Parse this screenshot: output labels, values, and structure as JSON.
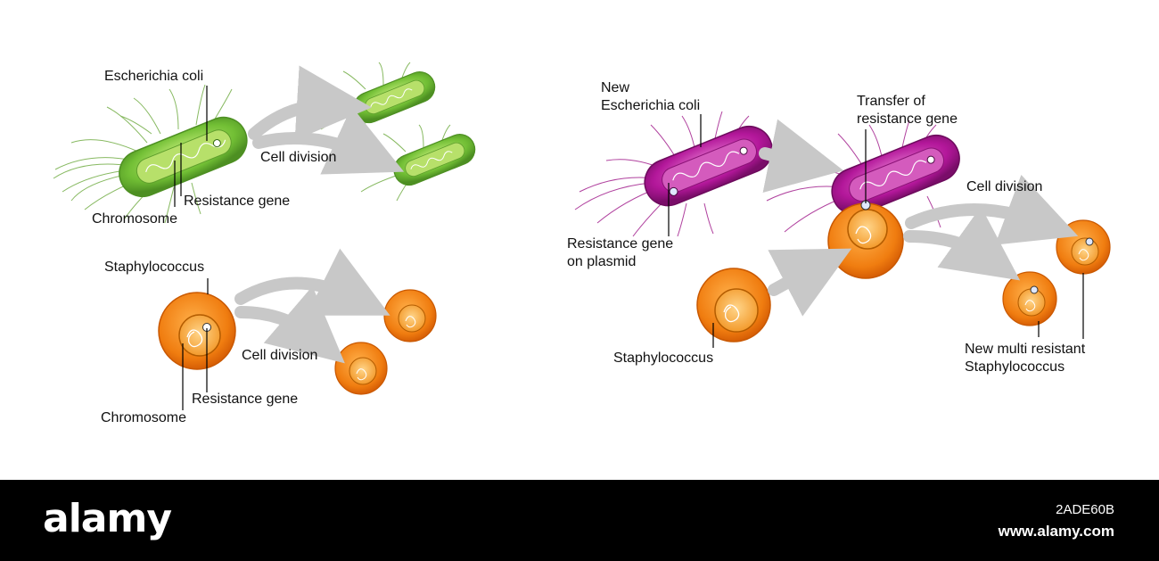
{
  "panels": {
    "left": {
      "ecoli_label": "Escherichia coli",
      "resistance_gene_label": "Resistance gene",
      "chromosome_label": "Chromosome",
      "cell_division_label": "Cell division",
      "staph_label": "Staphylococcus",
      "staph_cell_division_label": "Cell division",
      "staph_resistance_gene_label": "Resistance gene",
      "staph_chromosome_label": "Chromosome"
    },
    "right": {
      "new_ecoli_line1": "New",
      "new_ecoli_line2": "Escherichia coli",
      "transfer_line1": "Transfer of",
      "transfer_line2": "resistance gene",
      "plasmid_line1": "Resistance gene",
      "plasmid_line2": "on plasmid",
      "cell_division_label": "Cell division",
      "staph_label": "Staphylococcus",
      "new_multi_line1": "New multi resistant",
      "new_multi_line2": "Staphylococcus"
    }
  },
  "colors": {
    "ecoli_green": "#7cc242",
    "ecoli_purple": "#b3179a",
    "staph_orange": "#f07d10",
    "arrow_gray": "#c8c8c8"
  },
  "footer": {
    "brand": "alamy",
    "image_id": "2ADE60B",
    "site": "www.alamy.com"
  }
}
